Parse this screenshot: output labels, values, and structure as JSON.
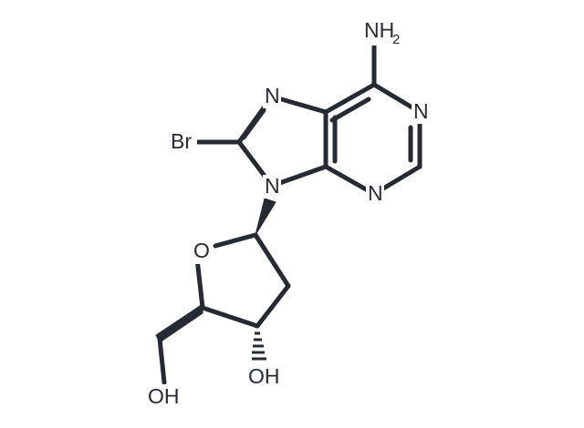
{
  "molecule": {
    "atoms": {
      "nh2": {
        "main": "NH",
        "sub": "2"
      },
      "n1": "N",
      "n3": "N",
      "n7": "N",
      "n9": "N",
      "br": "Br",
      "o_ring": "O",
      "oh_3": "OH",
      "oh_5": "OH"
    }
  },
  "colors": {
    "bond": "#262a33",
    "background": "#ffffff"
  }
}
